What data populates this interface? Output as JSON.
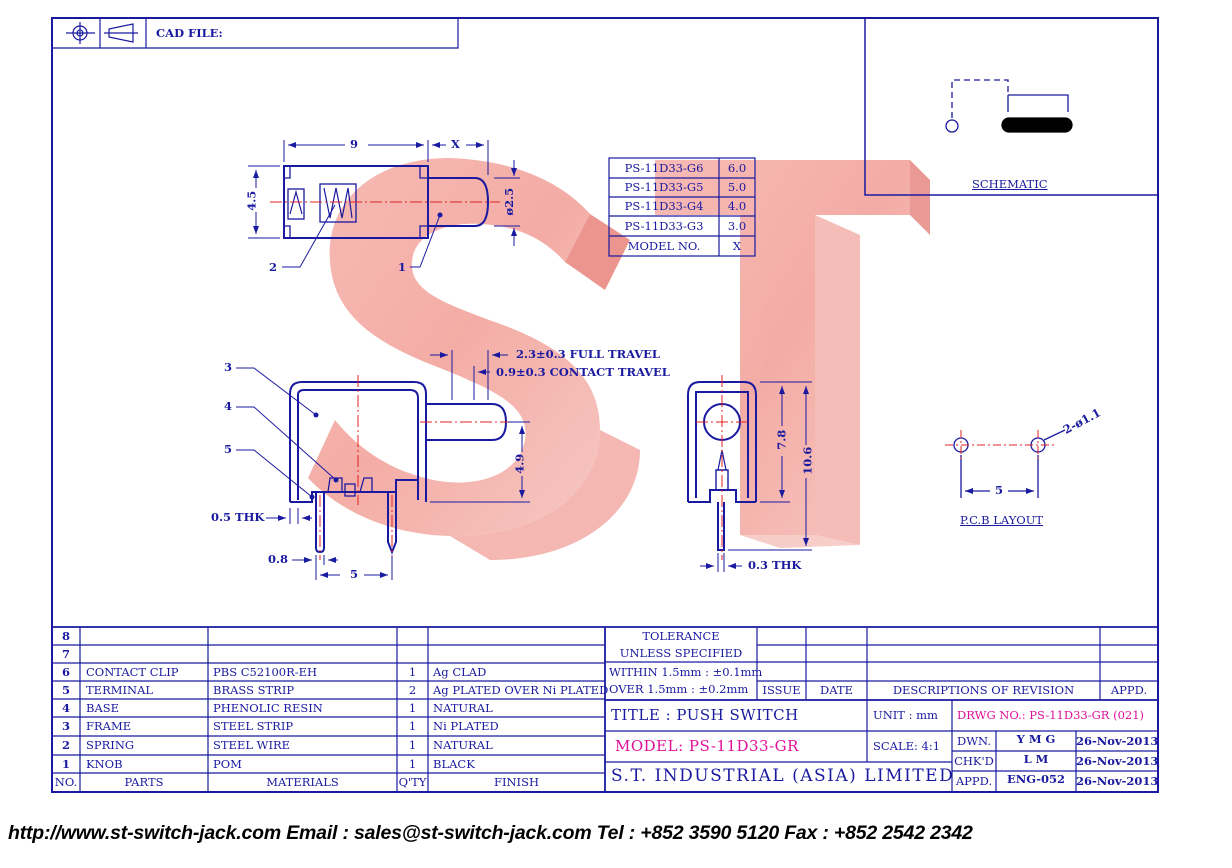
{
  "header": {
    "cad_label": "CAD FILE:"
  },
  "watermark": {
    "text": "ST"
  },
  "schematic": {
    "label": "SCHEMATIC"
  },
  "model_table": {
    "rows": [
      {
        "model": "PS-11D33-G6",
        "x": "6.0"
      },
      {
        "model": "PS-11D33-G5",
        "x": "5.0"
      },
      {
        "model": "PS-11D33-G4",
        "x": "4.0"
      },
      {
        "model": "PS-11D33-G3",
        "x": "3.0"
      }
    ],
    "header_model": "MODEL NO.",
    "header_x": "X"
  },
  "dims": {
    "top_9": "9",
    "top_x": "X",
    "left_45": "4.5",
    "dia_25": "ø2.5",
    "callout_1": "1",
    "callout_2": "2",
    "callout_3": "3",
    "callout_4": "4",
    "callout_5": "5",
    "full_travel": "2.3±0.3 FULL TRAVEL",
    "contact_travel": "0.9±0.3 CONTACT TRAVEL",
    "v49": "4.9",
    "thk05": "0.5 THK",
    "d08": "0.8",
    "d5": "5",
    "v78": "7.8",
    "v106": "10.6",
    "thk03": "0.3 THK",
    "hole": "2-ø1.1",
    "pcb5": "5",
    "pcb_label": "P.C.B LAYOUT"
  },
  "bom": {
    "rows": [
      {
        "no": "8",
        "part": "",
        "material": "",
        "qty": "",
        "finish": ""
      },
      {
        "no": "7",
        "part": "",
        "material": "",
        "qty": "",
        "finish": ""
      },
      {
        "no": "6",
        "part": "CONTACT CLIP",
        "material": "PBS C52100R-EH",
        "qty": "1",
        "finish": "Ag CLAD"
      },
      {
        "no": "5",
        "part": "TERMINAL",
        "material": "BRASS STRIP",
        "qty": "2",
        "finish": "Ag PLATED OVER Ni PLATED"
      },
      {
        "no": "4",
        "part": "BASE",
        "material": "PHENOLIC RESIN",
        "qty": "1",
        "finish": "NATURAL"
      },
      {
        "no": "3",
        "part": "FRAME",
        "material": "STEEL STRIP",
        "qty": "1",
        "finish": "Ni PLATED"
      },
      {
        "no": "2",
        "part": "SPRING",
        "material": "STEEL WIRE",
        "qty": "1",
        "finish": "NATURAL"
      },
      {
        "no": "1",
        "part": "KNOB",
        "material": "POM",
        "qty": "1",
        "finish": "BLACK"
      }
    ],
    "headers": {
      "no": "NO.",
      "part": "PARTS",
      "material": "MATERIALS",
      "qty": "Q'TY",
      "finish": "FINISH"
    }
  },
  "title_block": {
    "tolerance_1": "TOLERANCE",
    "tolerance_2": "UNLESS   SPECIFIED",
    "within": "WITHIN  1.5mm : ±0.1mm",
    "over": "OVER    1.5mm : ±0.2mm",
    "issue": "ISSUE",
    "date": "DATE",
    "descriptions": "DESCRIPTIONS OF REVISION",
    "appd_h": "APPD.",
    "title": "TITLE : PUSH SWITCH",
    "unit": "UNIT :   mm",
    "drwg": "DRWG NO.: PS-11D33-GR (021)",
    "model": "MODEL: PS-11D33-GR",
    "scale": "SCALE:  4:1",
    "dwn": "DWN.",
    "dwn_name": "Y M G",
    "dwn_date": "26-Nov-2013",
    "chkd": "CHK'D",
    "chkd_name": "L M",
    "chkd_date": "26-Nov-2013",
    "company": "S.T.  INDUSTRIAL  (ASIA)  LIMITED",
    "appd": "APPD.",
    "appd_name": "ENG-052",
    "appd_date": "26-Nov-2013"
  },
  "footer": {
    "text": "http://www.st-switch-jack.com  Email : sales@st-switch-jack.com  Tel : +852 3590 5120  Fax : +852 2542 2342"
  }
}
